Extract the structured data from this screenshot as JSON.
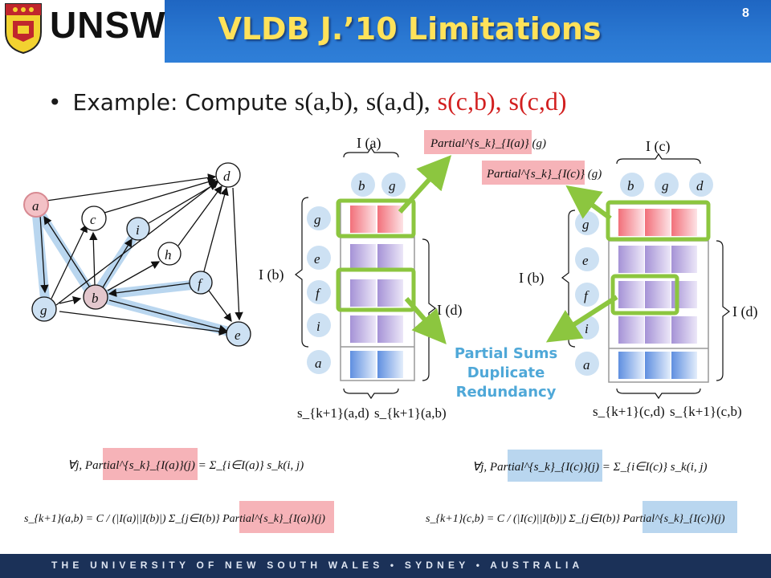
{
  "header": {
    "logo_text": "UNSW",
    "title": "VLDB J.’10 Limitations",
    "page_number": "8"
  },
  "bullet": {
    "prefix": "Example:  Compute ",
    "pair1": "s(a,b),",
    "pair2": "s(a,d),",
    "pair3": "s(c,b),",
    "pair4": "s(c,d)"
  },
  "graph": {
    "nodes": [
      "a",
      "c",
      "i",
      "d",
      "h",
      "f",
      "g",
      "b",
      "e"
    ]
  },
  "left_matrix": {
    "group_top_label": "I (a)",
    "columns": [
      "b",
      "g"
    ],
    "rows": [
      "g",
      "e",
      "f",
      "i",
      "a"
    ],
    "left_group_label": "I (b)",
    "right_group_label": "I (d)",
    "bottom_left_label": "s_{k+1}(a,d)",
    "bottom_right_label": "s_{k+1}(a,b)",
    "partial_label_a": "Partial^{s_k}_{I(a)} (g)"
  },
  "right_matrix": {
    "group_top_label": "I (c)",
    "columns": [
      "b",
      "g",
      "d"
    ],
    "rows": [
      "g",
      "e",
      "f",
      "i",
      "a"
    ],
    "left_group_label": "I (b)",
    "right_group_label": "I (d)",
    "bottom_left_label": "s_{k+1}(c,d)",
    "bottom_right_label": "s_{k+1}(c,b)",
    "partial_label_c": "Partial^{s_k}_{I(c)} (g)"
  },
  "annotation": {
    "line1": "Partial Sums",
    "line2": "Duplicate",
    "line3": "Redundancy"
  },
  "formulas": {
    "left_partial": "∀j,  Partial^{s_k}_{I(a)}(j) = Σ_{i∈I(a)} s_k(i, j)",
    "right_partial": "∀j,  Partial^{s_k}_{I(c)}(j) = Σ_{i∈I(c)} s_k(i, j)",
    "left_sim": "s_{k+1}(a,b) = C / (|I(a)||I(b)|) Σ_{j∈I(b)} Partial^{s_k}_{I(a)}(j)",
    "right_sim": "s_{k+1}(c,b) = C / (|I(c)||I(b)|) Σ_{j∈I(b)} Partial^{s_k}_{I(c)}(j)"
  },
  "footer": {
    "text": "THE UNIVERSITY OF NEW SOUTH WALES • SYDNEY • AUSTRALIA"
  },
  "colors": {
    "header_blue": "#2a78d2",
    "title_yellow": "#ffe25a",
    "highlight_green": "#8cc63f",
    "red_text": "#d21f1f",
    "pink_box": "#f6b3b8",
    "blue_box": "#b9d6ef",
    "footer_navy": "#1b3158"
  }
}
